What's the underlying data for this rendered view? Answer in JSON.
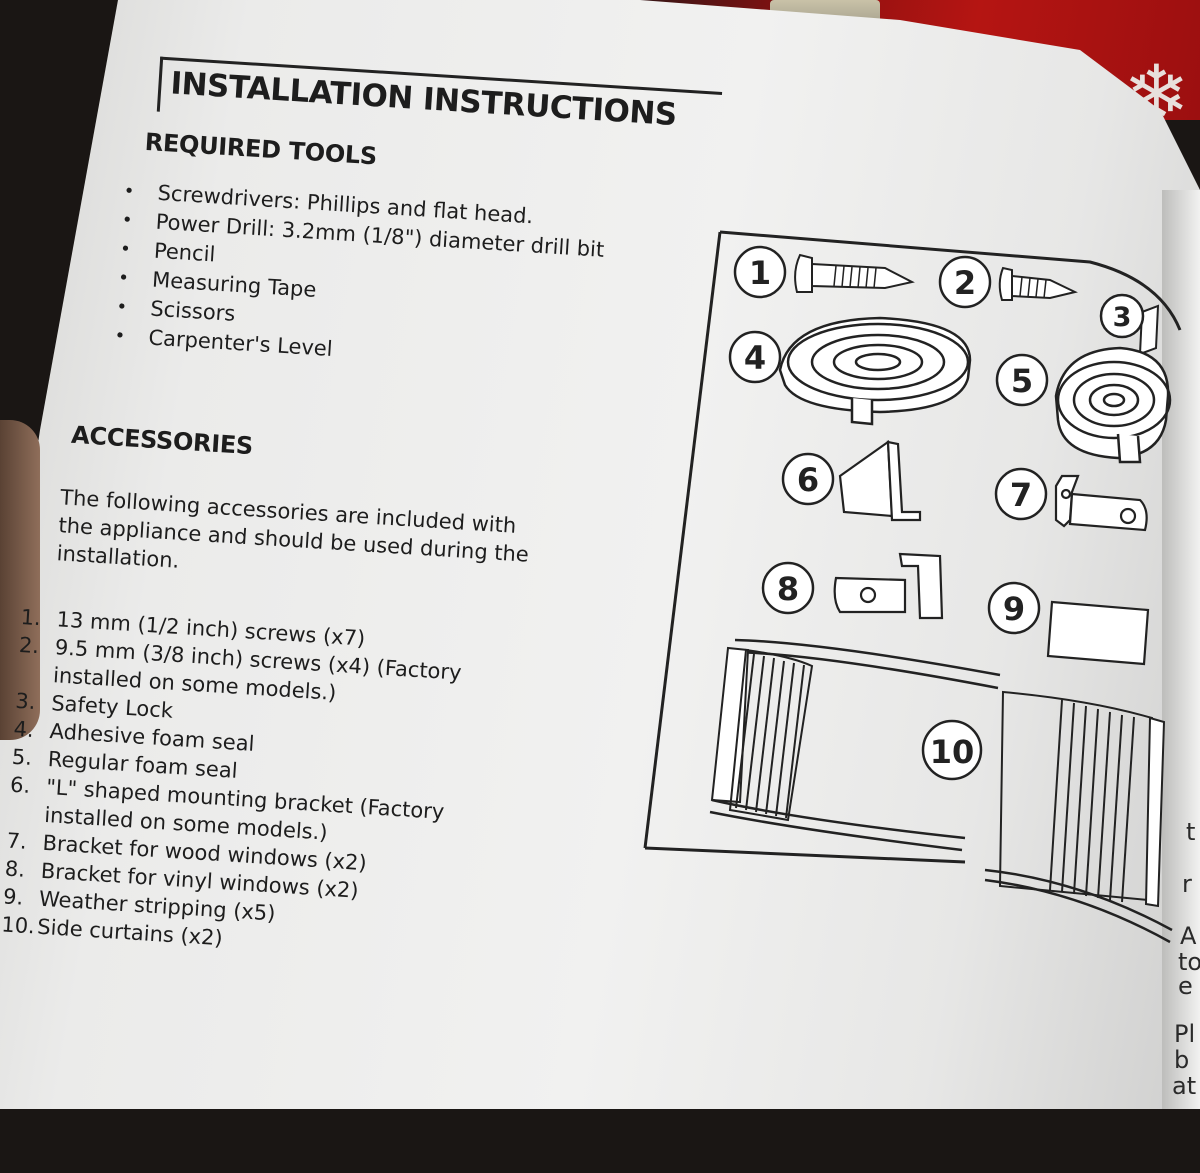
{
  "title": "INSTALLATION INSTRUCTIONS",
  "required_tools": {
    "heading": "REQUIRED TOOLS",
    "items": [
      "Screwdrivers: Phillips and flat head.",
      "Power Drill: 3.2mm (1/8\") diameter drill bit",
      "Pencil",
      "Measuring Tape",
      "Scissors",
      "Carpenter's Level"
    ]
  },
  "accessories": {
    "heading": "ACCESSORIES",
    "intro": "The following accessories are included with the appliance and should be used during the installation.",
    "items": [
      {
        "num": "1.",
        "text": "13 mm (1/2 inch) screws (x7)"
      },
      {
        "num": "2.",
        "text": "9.5 mm (3/8 inch) screws (x4) (Factory installed on some models.)"
      },
      {
        "num": "3.",
        "text": "Safety Lock"
      },
      {
        "num": "4.",
        "text": "Adhesive foam seal"
      },
      {
        "num": "5.",
        "text": "Regular foam seal"
      },
      {
        "num": "6.",
        "text": "\"L\" shaped mounting bracket (Factory installed on some models.)"
      },
      {
        "num": "7.",
        "text": "Bracket for wood windows (x2)"
      },
      {
        "num": "8.",
        "text": "Bracket for vinyl windows (x2)"
      },
      {
        "num": "9.",
        "text": "Weather stripping (x5)"
      },
      {
        "num": "10.",
        "text": "Side curtains (x2)"
      }
    ]
  },
  "diagram": {
    "labels": [
      "1",
      "2",
      "3",
      "4",
      "5",
      "6",
      "7",
      "8",
      "9",
      "10"
    ]
  },
  "edge_letters": [
    "t",
    "r",
    "A",
    "to",
    "e",
    "Pl",
    "b",
    "at"
  ]
}
